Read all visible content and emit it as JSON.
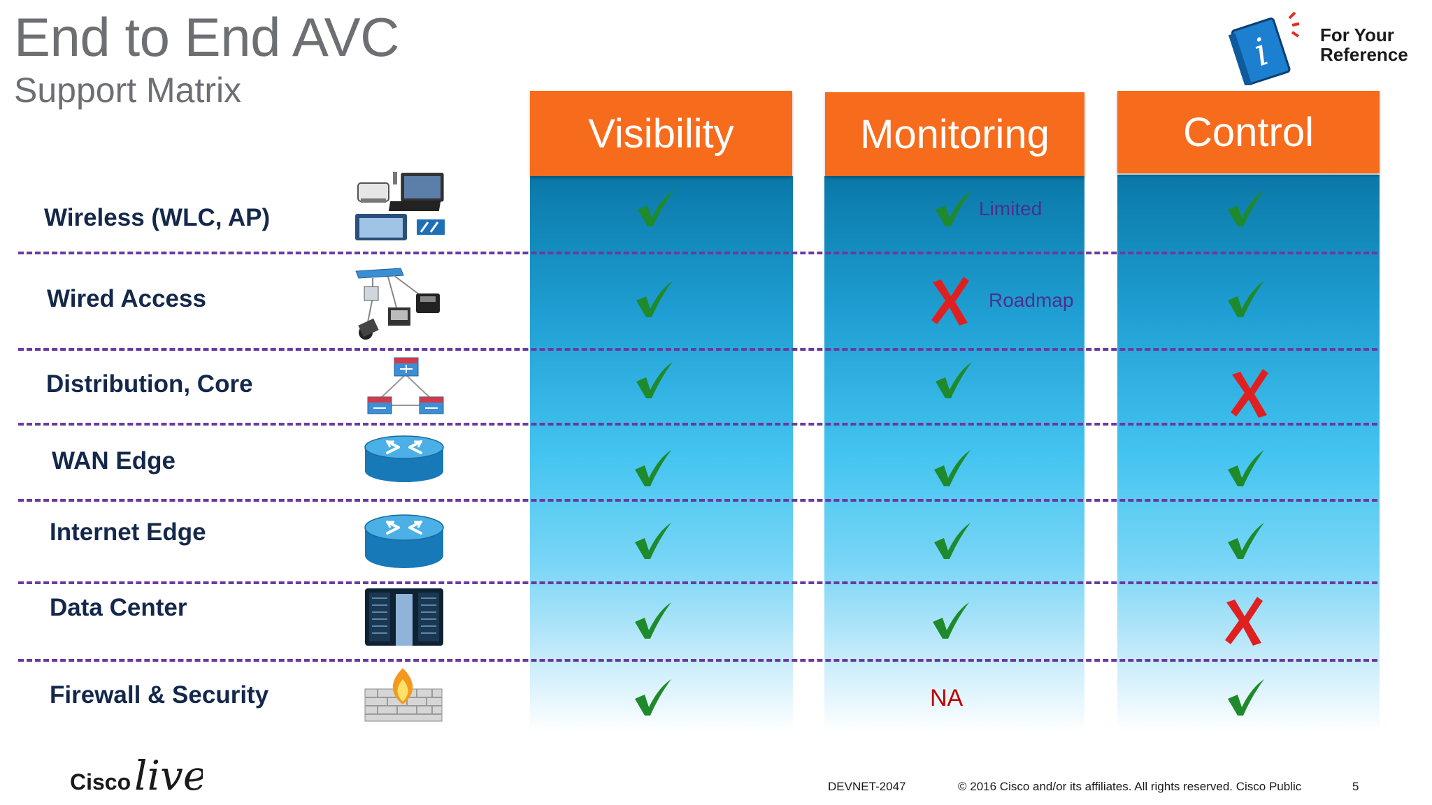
{
  "header": {
    "title": "End to End AVC",
    "subtitle": "Support Matrix"
  },
  "reference": {
    "line1": "For Your",
    "line2": "Reference"
  },
  "columns": [
    {
      "label": "Visibility"
    },
    {
      "label": "Monitoring"
    },
    {
      "label": "Control"
    }
  ],
  "rows": [
    {
      "label": "Wireless (WLC, AP)",
      "device": "wireless-devices-icon",
      "visibility": "check",
      "monitoring": "check",
      "monitoring_note": "Limited",
      "control": "check"
    },
    {
      "label": "Wired Access",
      "device": "wired-access-devices-icon",
      "visibility": "check",
      "monitoring": "cross",
      "monitoring_note": "Roadmap",
      "control": "check"
    },
    {
      "label": "Distribution, Core",
      "device": "switch-topology-icon",
      "visibility": "check",
      "monitoring": "check",
      "control": "cross"
    },
    {
      "label": "WAN Edge",
      "device": "router-icon",
      "visibility": "check",
      "monitoring": "check",
      "control": "check"
    },
    {
      "label": "Internet Edge",
      "device": "router-icon",
      "visibility": "check",
      "monitoring": "check",
      "control": "check"
    },
    {
      "label": "Data Center",
      "device": "data-center-icon",
      "visibility": "check",
      "monitoring": "check",
      "control": "cross"
    },
    {
      "label": "Firewall & Security",
      "device": "firewall-icon",
      "visibility": "check",
      "monitoring": "na",
      "monitoring_text": "NA",
      "control": "check"
    }
  ],
  "footer": {
    "logo_word": "Cisco",
    "logo_script": "live!",
    "session_id": "DEVNET-2047",
    "copyright": "© 2016  Cisco and/or its affiliates. All rights reserved.   Cisco Public",
    "page_number": "5"
  },
  "colors": {
    "header_orange": "#f76b1c",
    "check_green": "#1f8a2c",
    "cross_red": "#e02020",
    "divider_purple": "#6a3aa0",
    "label_navy": "#14284b"
  }
}
